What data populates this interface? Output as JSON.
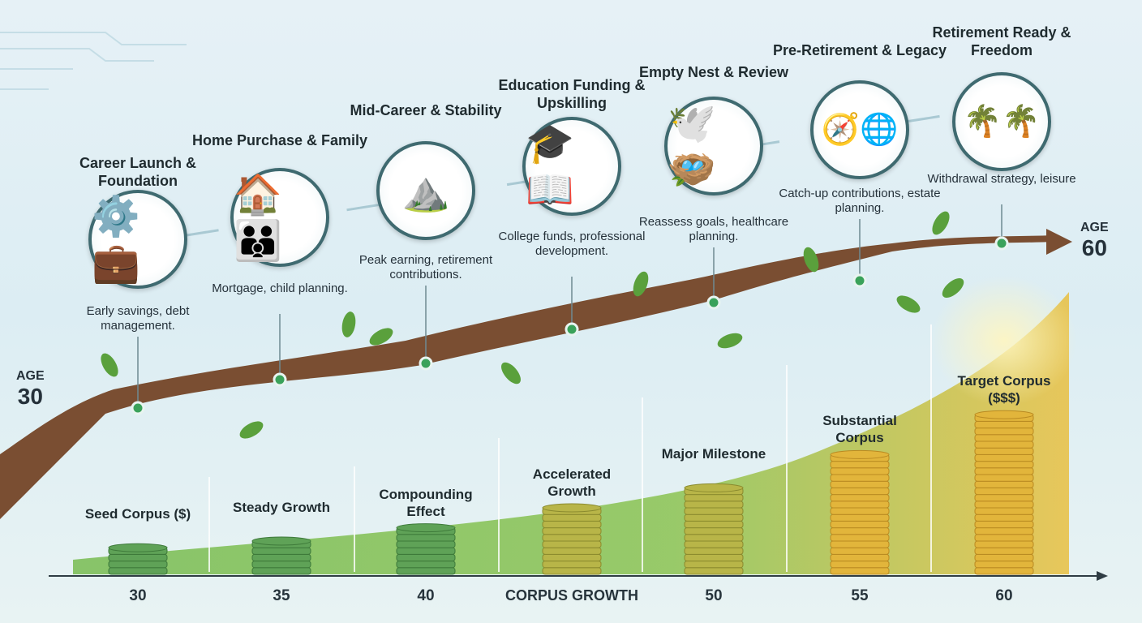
{
  "milestones": [
    {
      "title": "Career Launch & Foundation",
      "desc": "Early savings, debt management.",
      "icon": "gears-briefcase-icon"
    },
    {
      "title": "Home Purchase & Family",
      "desc": "Mortgage, child planning.",
      "icon": "house-family-icon"
    },
    {
      "title": "Mid-Career & Stability",
      "desc": "Peak earning, retirement contributions.",
      "icon": "mountain-flag-icon"
    },
    {
      "title": "Education Funding & Upskilling",
      "desc": "College funds, professional development.",
      "icon": "graduation-cap-book-icon"
    },
    {
      "title": "Empty Nest & Review",
      "desc": "Reassess goals, healthcare planning.",
      "icon": "birds-nest-icon"
    },
    {
      "title": "Pre-Retirement & Legacy",
      "desc": "Catch-up contributions, estate planning.",
      "icon": "compass-globe-icon"
    },
    {
      "title": "Retirement Ready & Freedom",
      "desc": "Withdrawal strategy, leisure",
      "icon": "palm-hammock-icon"
    }
  ],
  "age_start": {
    "label": "AGE",
    "value": "30"
  },
  "age_end": {
    "label": "AGE",
    "value": "60"
  },
  "stacks": [
    {
      "label": "Seed Corpus ($)",
      "coins": 4
    },
    {
      "label": "Steady Growth",
      "coins": 5
    },
    {
      "label": "Compounding Effect",
      "coins": 7
    },
    {
      "label": "Accelerated Growth",
      "coins": 10
    },
    {
      "label": "Major Milestone",
      "coins": 13
    },
    {
      "label": "Substantial Corpus",
      "coins": 18
    },
    {
      "label": "Target Corpus ($$$)",
      "coins": 24
    }
  ],
  "axis": {
    "ticks": [
      "30",
      "35",
      "40",
      "CORPUS GROWTH",
      "50",
      "55",
      "60"
    ]
  },
  "colors": {
    "branch": "#7a4e32",
    "leaf": "#5aa03c",
    "coin_green": "#5fa257",
    "coin_gold": "#e2b53b",
    "circle_border": "#3f6a70"
  }
}
